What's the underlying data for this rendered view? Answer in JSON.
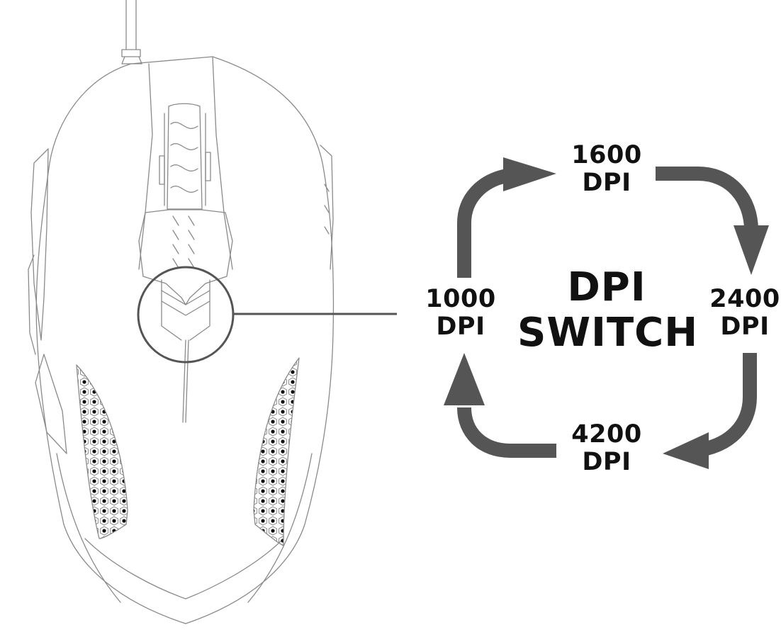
{
  "diagram": {
    "center": {
      "line1": "DPI",
      "line2": "SWITCH"
    },
    "steps": [
      {
        "value": "1600",
        "unit": "DPI"
      },
      {
        "value": "2400",
        "unit": "DPI"
      },
      {
        "value": "4200",
        "unit": "DPI"
      },
      {
        "value": "1000",
        "unit": "DPI"
      }
    ],
    "colors": {
      "arrow": "#555555",
      "outline": "#8a8a8a",
      "ink": "#111111"
    },
    "icons": [
      "mouse-illustration",
      "dpi-switch-callout",
      "cycle-arrow"
    ]
  }
}
